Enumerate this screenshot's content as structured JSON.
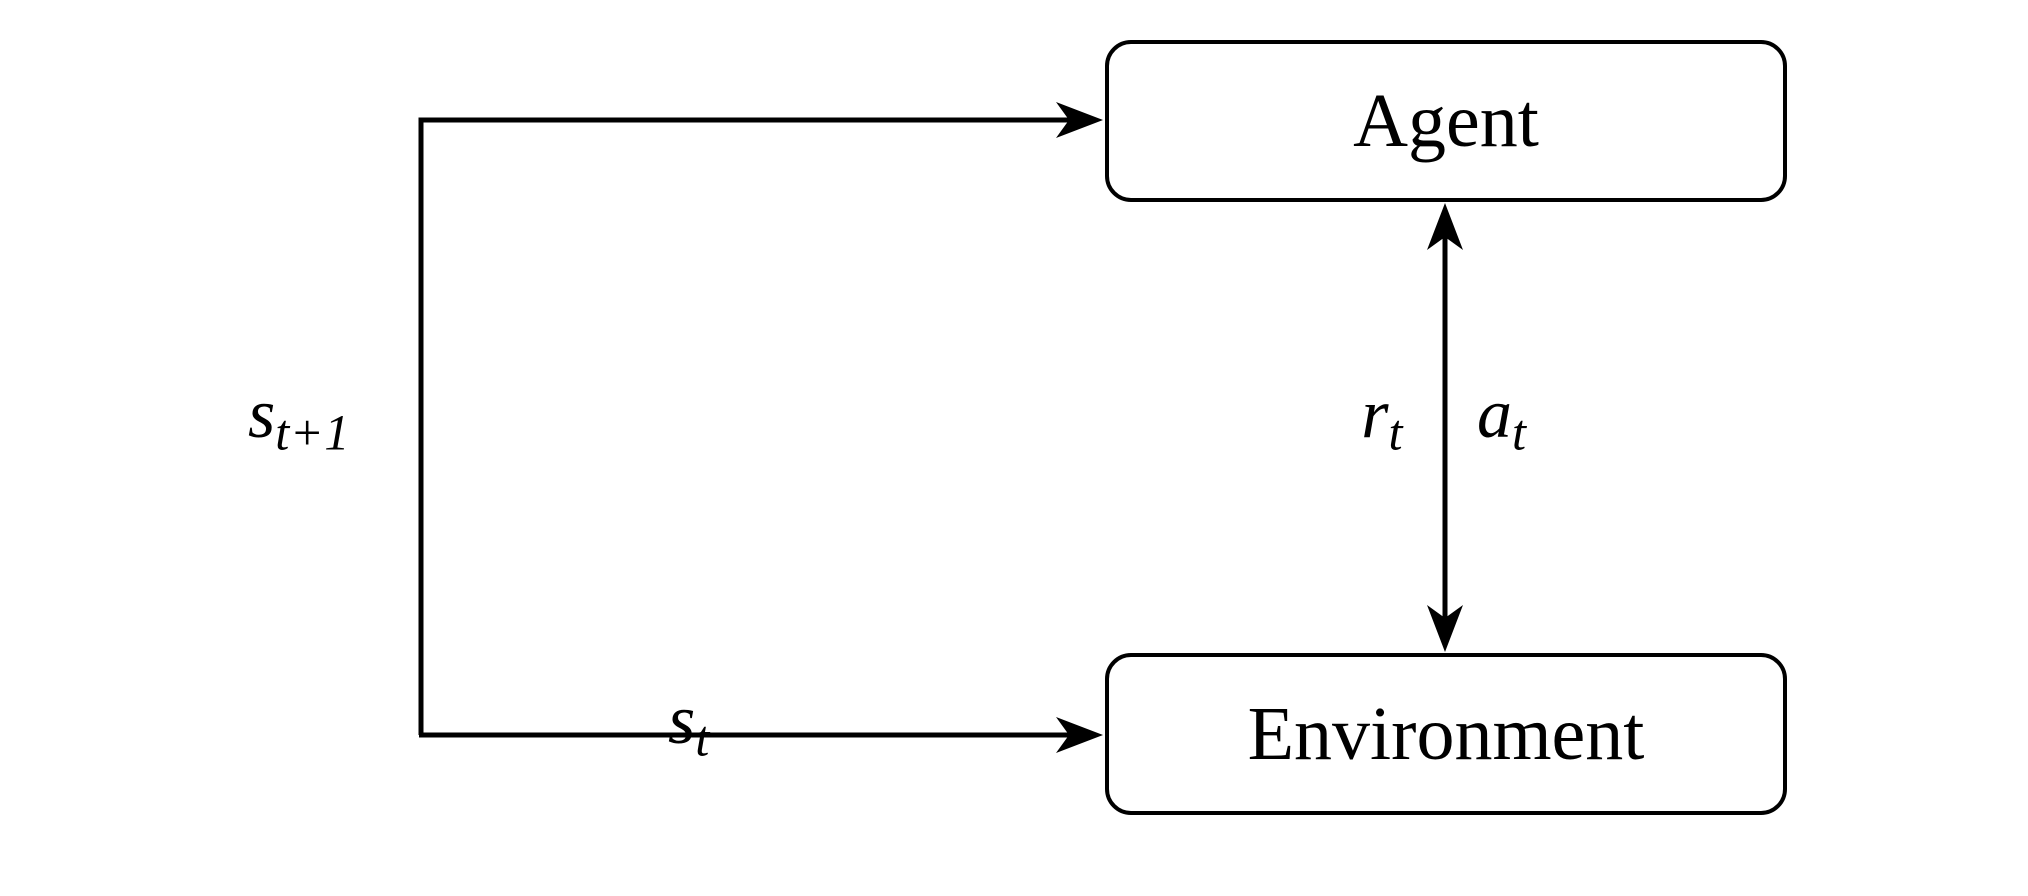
{
  "diagram": {
    "colors": {
      "stroke": "#000000",
      "background": "#ffffff"
    },
    "nodes": {
      "agent": "Agent",
      "environment": "Environment"
    },
    "labels": {
      "next_state": {
        "base": "s",
        "sub": "t+1"
      },
      "reward": {
        "base": "r",
        "sub": "t"
      },
      "action": {
        "base": "a",
        "sub": "t"
      },
      "state": {
        "base": "s",
        "sub": "t"
      }
    },
    "arrows": [
      {
        "name": "next-state-loop-into-agent",
        "heads": "single",
        "points_to": "Agent"
      },
      {
        "name": "state-into-environment",
        "heads": "single",
        "points_to": "Environment"
      },
      {
        "name": "reward-action-exchange",
        "heads": "double",
        "between": [
          "Agent",
          "Environment"
        ]
      }
    ]
  }
}
